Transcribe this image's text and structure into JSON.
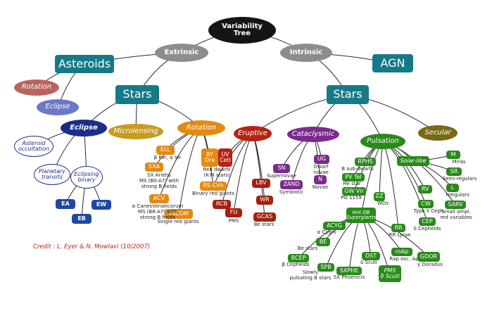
{
  "title": "Variability\nTree",
  "credit": "Credit : L. Eyer & N. Mowlavi (10/2007)",
  "colors": {
    "black": "#151515",
    "grey": "#8d8d8d",
    "teal": "#167a86",
    "rose": "#b9655e",
    "lilac": "#6b79c6",
    "navy": "#1b2c8a",
    "blue": "#1d48a6",
    "gold": "#c89a1e",
    "orange": "#e38a12",
    "red": "#b52315",
    "darkred": "#a4200f",
    "purple": "#7b2b8e",
    "green": "#2a8a1b",
    "olive": "#7a6a14"
  },
  "nodes": {
    "root": "Variability\nTree",
    "extrinsic": "Extrinsic",
    "intrinsic": "Intrinsic",
    "asteroids": "Asteroids",
    "agn": "AGN",
    "ext_stars": "Stars",
    "int_stars": "Stars",
    "rotation_ast": "Rotation",
    "eclipse_ast": "Eclipse",
    "eclipse": "Eclipse",
    "microlensing": "Microlensing",
    "rotation": "Rotation",
    "asteroid_occultation": "Asteroid\noccultation",
    "planetary_transits": "Planetary\ntransits",
    "eclipsing_binary": "Eclipsing\nbinary",
    "ea": "EA",
    "ew": "EW",
    "eb": "EB",
    "ell": "ELL",
    "sxa": "SXA",
    "acv": "ACV",
    "fkcom": "FKCOM",
    "by_dra": "BY\nDra",
    "uv_ceti": "UV\nCeti",
    "rs_cvn": "RS CVn",
    "eruptive": "Eruptive",
    "rcb": "RCB",
    "fu": "FU",
    "lbv": "LBV",
    "wr": "WR",
    "gcas": "GCAS",
    "cataclysmic": "Cataclysmic",
    "sn": "SN",
    "ug": "UG",
    "zand": "ZAND",
    "n": "N",
    "pulsation": "Pulsation",
    "secular": "Secular",
    "rphs": "RPHS",
    "solar_like": "Solar-like",
    "pv_tel": "PV Tel",
    "gw_vir": "GW Vir",
    "zz": "ZZ",
    "m": "M",
    "sr": "SR",
    "l": "L",
    "rv": "RV",
    "cw": "CW",
    "sarv": "SARV",
    "cep": "CEP",
    "rr": "RR",
    "hot_ob": "Hot OB\nSupergiants",
    "acyg": "ACYG",
    "be": "BE",
    "bcep": "BCEP",
    "spb": "SPB",
    "sxphe": "SXPHE",
    "dst": "DST",
    "roap": "roAp",
    "pms": "PMS\nδ Scuti",
    "gdor": "GDOR"
  },
  "labels": {
    "ell": "β Per, α Vir",
    "sxa": "SX Arietis\nMS (B0-A7) with\nstrong B fields",
    "acv": "α CanesVenaticorum\nMS (B8-A7) with\nstrong B fields",
    "fkcom": "Single red giants",
    "by_uv": "Red dwarfs\n(K-M stars)",
    "rs_cvn": "Binary red giants",
    "fu": "PMS",
    "gcas": "Be stars",
    "sn": "Supernovae",
    "ug": "Dwarf\nnovae",
    "zand": "Symbiotic",
    "n": "Novae",
    "rphs": "B sub-dwarfs",
    "pv_tel": "He star",
    "gw_vir": "PG 1159",
    "zz": "WDs",
    "m": "Miras",
    "sr": "Semi-regulars",
    "l": "Irregulars",
    "cw": "Type II Ceph.",
    "sarv": "Small ampl.\nred variables",
    "cep": "δ Cepheids",
    "rr": "RR Lyrae",
    "acyg": "α Cygni",
    "be": "Be stars",
    "bcep": "β Cepheids",
    "spb": "Slowly\npulsating B stars",
    "sxphe": "SX Phoenicis",
    "dst": "δ Scuti",
    "roap": "Rap osc. Ap",
    "gdor": "γ Doradus"
  }
}
